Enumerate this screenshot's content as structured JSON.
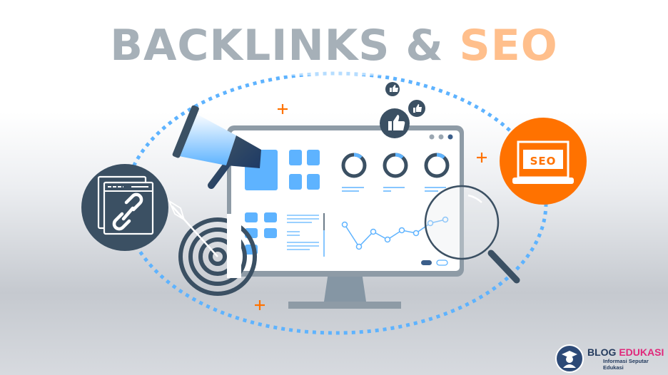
{
  "title": {
    "main": "BACKLINKS & ",
    "accent": "SEO"
  },
  "seo_badge": {
    "label": "SEO"
  },
  "logo": {
    "brand_part1": "BLOG ",
    "brand_part2": "EDUKASI",
    "tagline": "Informasi Seputar Edukasi"
  },
  "colors": {
    "title": "#3b5063",
    "accent": "#ff7200",
    "dark": "#3b5063",
    "blue": "#5eb3ff",
    "monitor_frame": "#8e9ba6",
    "logo_pink": "#e0287a"
  },
  "icons": [
    "megaphone-icon",
    "link-icon",
    "target-icon",
    "thumbs-up-icon",
    "seo-laptop-icon",
    "magnifier-icon",
    "plus-icon",
    "graduate-icon"
  ],
  "chart_data": {
    "type": "line",
    "title": "",
    "x": [
      1,
      2,
      3,
      4,
      5,
      6,
      7,
      8
    ],
    "values": [
      48,
      22,
      38,
      30,
      40,
      38,
      45,
      50
    ],
    "donuts": 3
  }
}
